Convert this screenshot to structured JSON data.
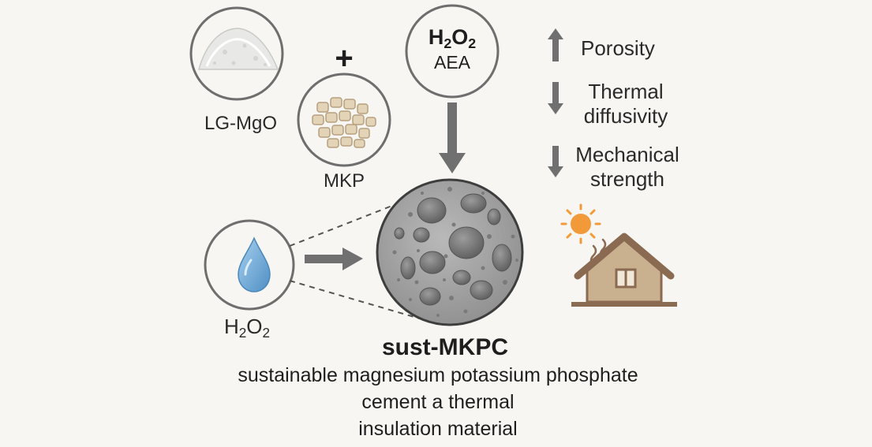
{
  "ingredients": {
    "mgo_label": "LG-MgO",
    "plus_sign": "+",
    "mkp_label": "MKP",
    "agent_formula": "H2O2",
    "agent_sub": "AEA",
    "water_label": "H2O2"
  },
  "effects": [
    {
      "direction": "up",
      "text": "Porosity"
    },
    {
      "direction": "down",
      "text": "Thermal diffusivity"
    },
    {
      "direction": "down",
      "text": "Mechanical strength"
    }
  ],
  "product": {
    "title": "sust-MKPC",
    "description": [
      "sustainable magnesium potassium phosphate",
      "cement a thermal",
      "insulation material"
    ]
  },
  "colors": {
    "circle_border": "#6e6e6e",
    "arrow": "#707070",
    "cement": "#9a9a9a",
    "water_drop": "#6aa6d6",
    "sun": "#f29a3a",
    "house_wall": "#c9b08f",
    "house_roof": "#8a6a50"
  },
  "icons": [
    "mgo-powder-icon",
    "mkp-granules-icon",
    "water-drop-icon",
    "cement-cross-section-icon",
    "sun-icon",
    "house-icon"
  ]
}
